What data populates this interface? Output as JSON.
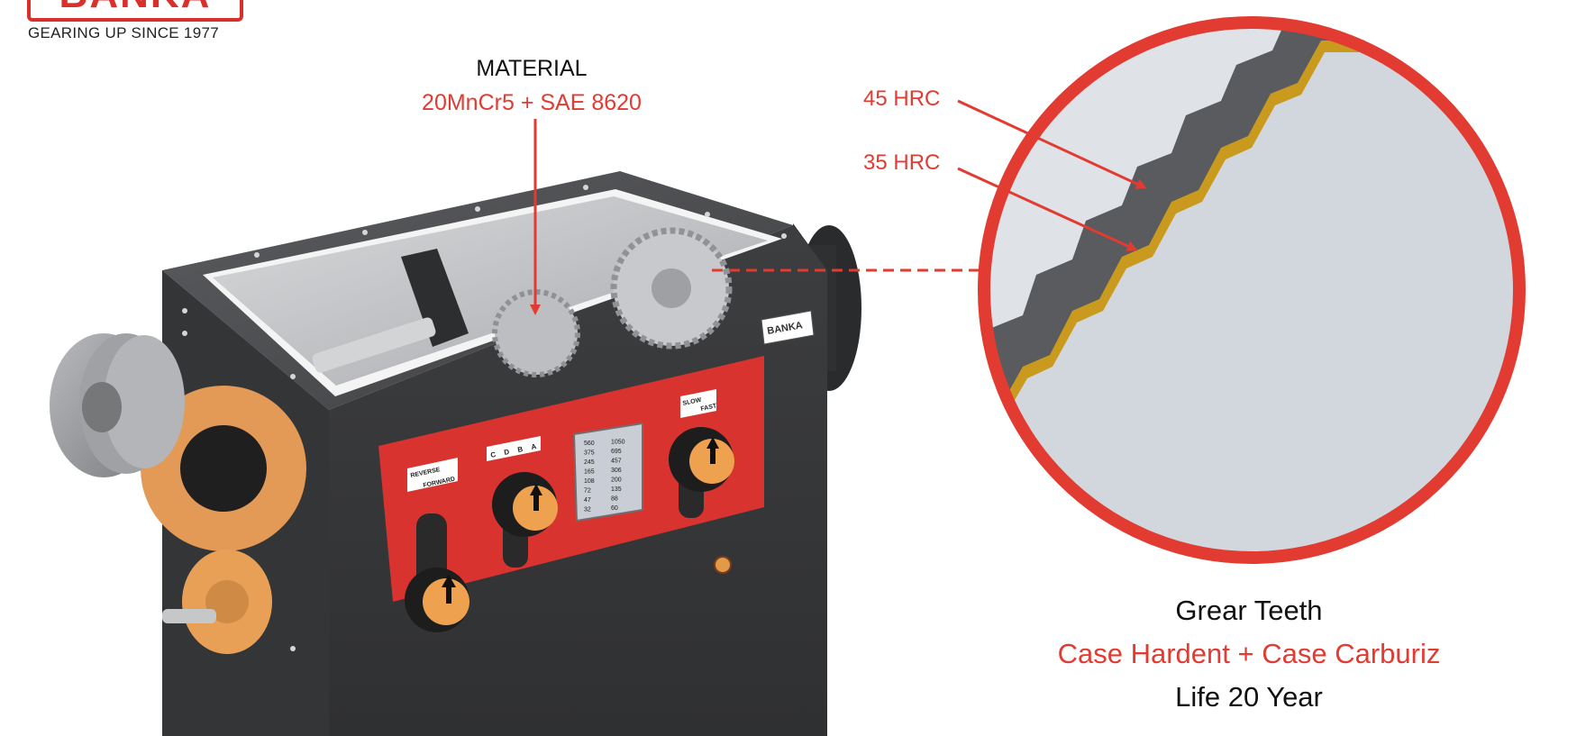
{
  "logo": {
    "word": "BANKA",
    "tagline": "GEARING UP SINCE 1977"
  },
  "material": {
    "title": "MATERIAL",
    "value": "20MnCr5 + SAE 8620"
  },
  "zoom": {
    "label_outer": "45 HRC",
    "label_inner": "35 HRC"
  },
  "caption": {
    "line1": "Grear Teeth",
    "line2": "Case Hardent + Case Carburiz",
    "line3": "Life 20 Year"
  },
  "machine": {
    "plate_logo": "BANKA",
    "direction_top": "REVERSE",
    "direction_bottom": "FORWARD",
    "speed_left": "SLOW",
    "speed_right": "FAST",
    "range_labels": [
      "C",
      "D",
      "B",
      "A"
    ],
    "speed_chart_values": [
      "560",
      "1050",
      "375",
      "695",
      "245",
      "457",
      "165",
      "306",
      "108",
      "200",
      "72",
      "135",
      "47",
      "88",
      "32",
      "60"
    ]
  },
  "colors": {
    "accent_red": "#e23b31",
    "body_dark": "#3a3b3d",
    "panel_red": "#d8332e",
    "flange_orange": "#e8a057",
    "case_layer": "#c99a1e"
  }
}
